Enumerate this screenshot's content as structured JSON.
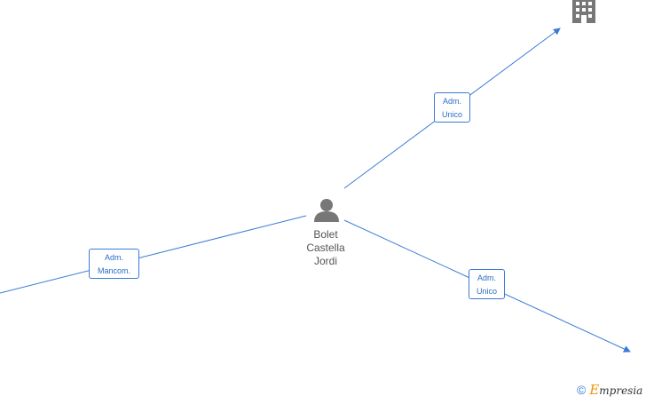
{
  "person": {
    "name_lines": [
      "Bolet",
      "Castella",
      "Jordi"
    ]
  },
  "edges": [
    {
      "role_lines": [
        "Adm.",
        "Unico"
      ]
    },
    {
      "role_lines": [
        "Adm.",
        "Mancom."
      ]
    },
    {
      "role_lines": [
        "Adm.",
        "Unico"
      ]
    }
  ],
  "watermark": {
    "symbol": "©",
    "brand_initial": "E",
    "brand_rest": "mpresia"
  },
  "colors": {
    "edge": "#3a7bd5",
    "node_icon": "#777777",
    "label_text": "#2b6cc4"
  },
  "icons": {
    "person": "person-icon",
    "company": "building-icon"
  }
}
